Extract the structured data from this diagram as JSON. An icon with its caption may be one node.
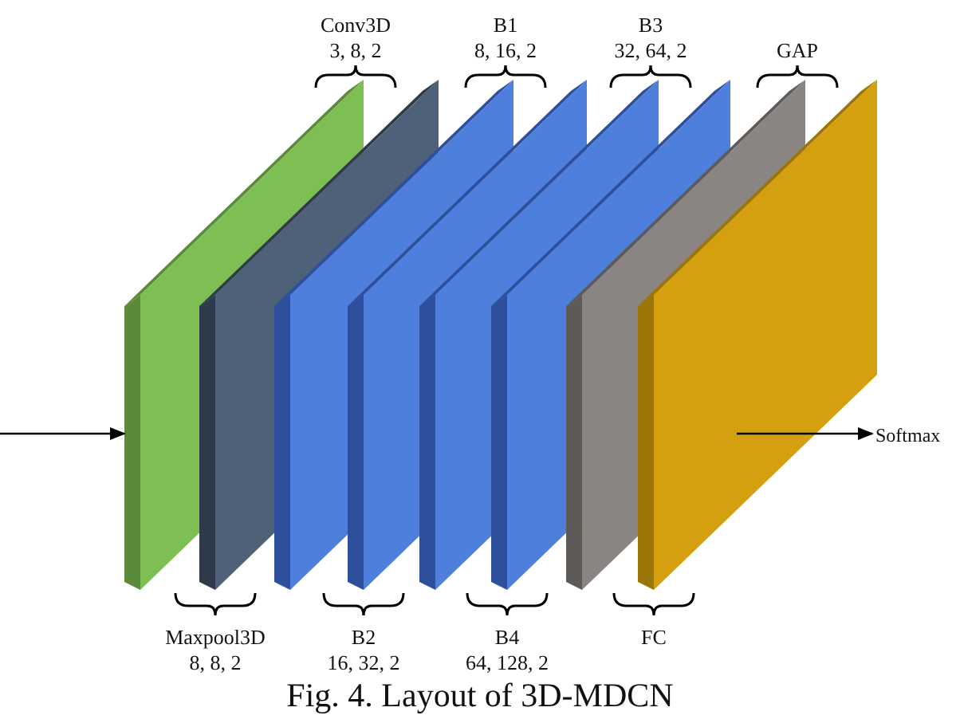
{
  "diagram": {
    "caption": "Fig. 4. Layout of 3D-MDCN",
    "nodes": [
      {
        "text": [],
        "shape": "box",
        "beside": [
          "Conv3D",
          "3, 8, 2"
        ]
      },
      {
        "text": [],
        "shape": "box",
        "beside": [
          "Maxpool3D",
          "8, 8, 2"
        ]
      },
      {
        "text": [],
        "shape": "box",
        "beside": [
          "B1",
          "8, 16, 2"
        ]
      },
      {
        "text": [],
        "shape": "box",
        "beside": [
          "B2",
          "16, 32, 2"
        ]
      },
      {
        "text": [],
        "shape": "box",
        "beside": [
          "B3",
          "32, 64, 2"
        ]
      },
      {
        "text": [],
        "shape": "box",
        "beside": [
          "B4",
          "64, 128, 2"
        ]
      },
      {
        "text": [],
        "shape": "box",
        "beside": [
          "GAP"
        ]
      },
      {
        "text": [],
        "shape": "box",
        "beside": [
          "FC"
        ]
      },
      {
        "text": [
          "Softmax"
        ]
      }
    ],
    "edges": [
      {
        "from": null,
        "to": 0,
        "arrow": "to"
      },
      {
        "from": 7,
        "to": 8,
        "arrow": "to"
      }
    ]
  }
}
